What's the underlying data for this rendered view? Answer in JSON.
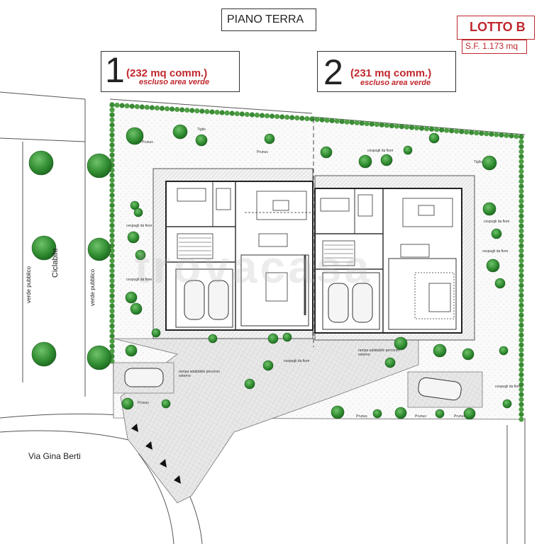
{
  "header": {
    "floor_title": "PIANO TERRA",
    "lot_title": "LOTTO B",
    "lot_area": "S.F. 1.173 mq"
  },
  "units": [
    {
      "number": "1",
      "area": "(232 mq comm.)",
      "note": "escluso area verde"
    },
    {
      "number": "2",
      "area": "(231 mq comm.)",
      "note": "escluso area verde"
    }
  ],
  "labels": {
    "street": "Via Gina Berti",
    "bike_path": "Ciclabile",
    "public_green": "verde pubblico",
    "flower_bushes": "cespugli da fiore",
    "prunus": "Prunus",
    "tiglio": "Tiglio",
    "ramp": "rampa adattabile percorso esterno"
  },
  "watermark": "trovacasa",
  "colors": {
    "hedge": "#3f8f3a",
    "tree": "#2f8a2f",
    "red_accent": "#c0272d",
    "paving": "#e4e4e4"
  }
}
